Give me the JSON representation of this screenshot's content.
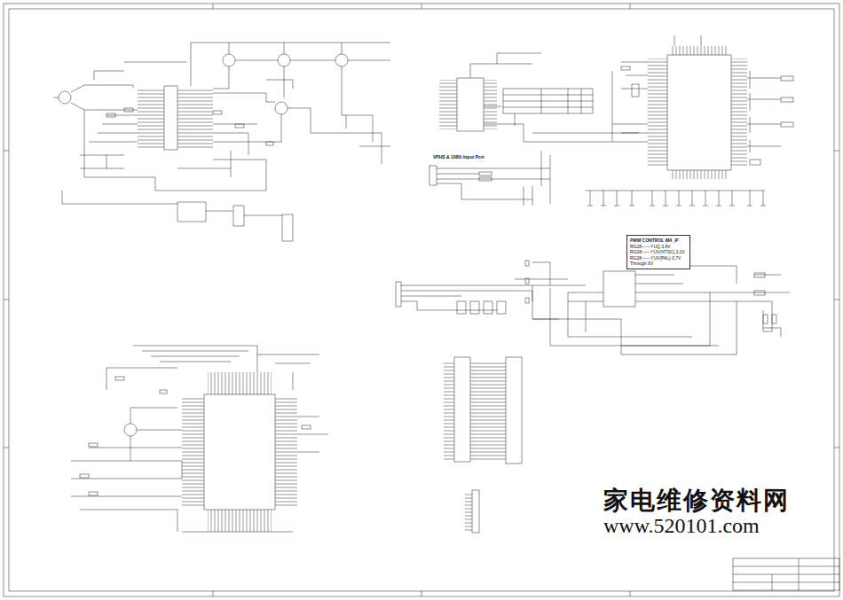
{
  "diagram": {
    "nodes": [
      {
        "text": [
          "PWM CONTROL MA_IF",
          "RG28------YUQ 3.8V",
          "RG28------YUV(NTSC) 2.2V",
          "RG28------YUV(PAL) 0.7V",
          "Through 0V"
        ]
      }
    ],
    "labels": [
      "VPHS & 1080i Input Port",
      "家电维修资料网",
      "www.520101.com"
    ]
  }
}
